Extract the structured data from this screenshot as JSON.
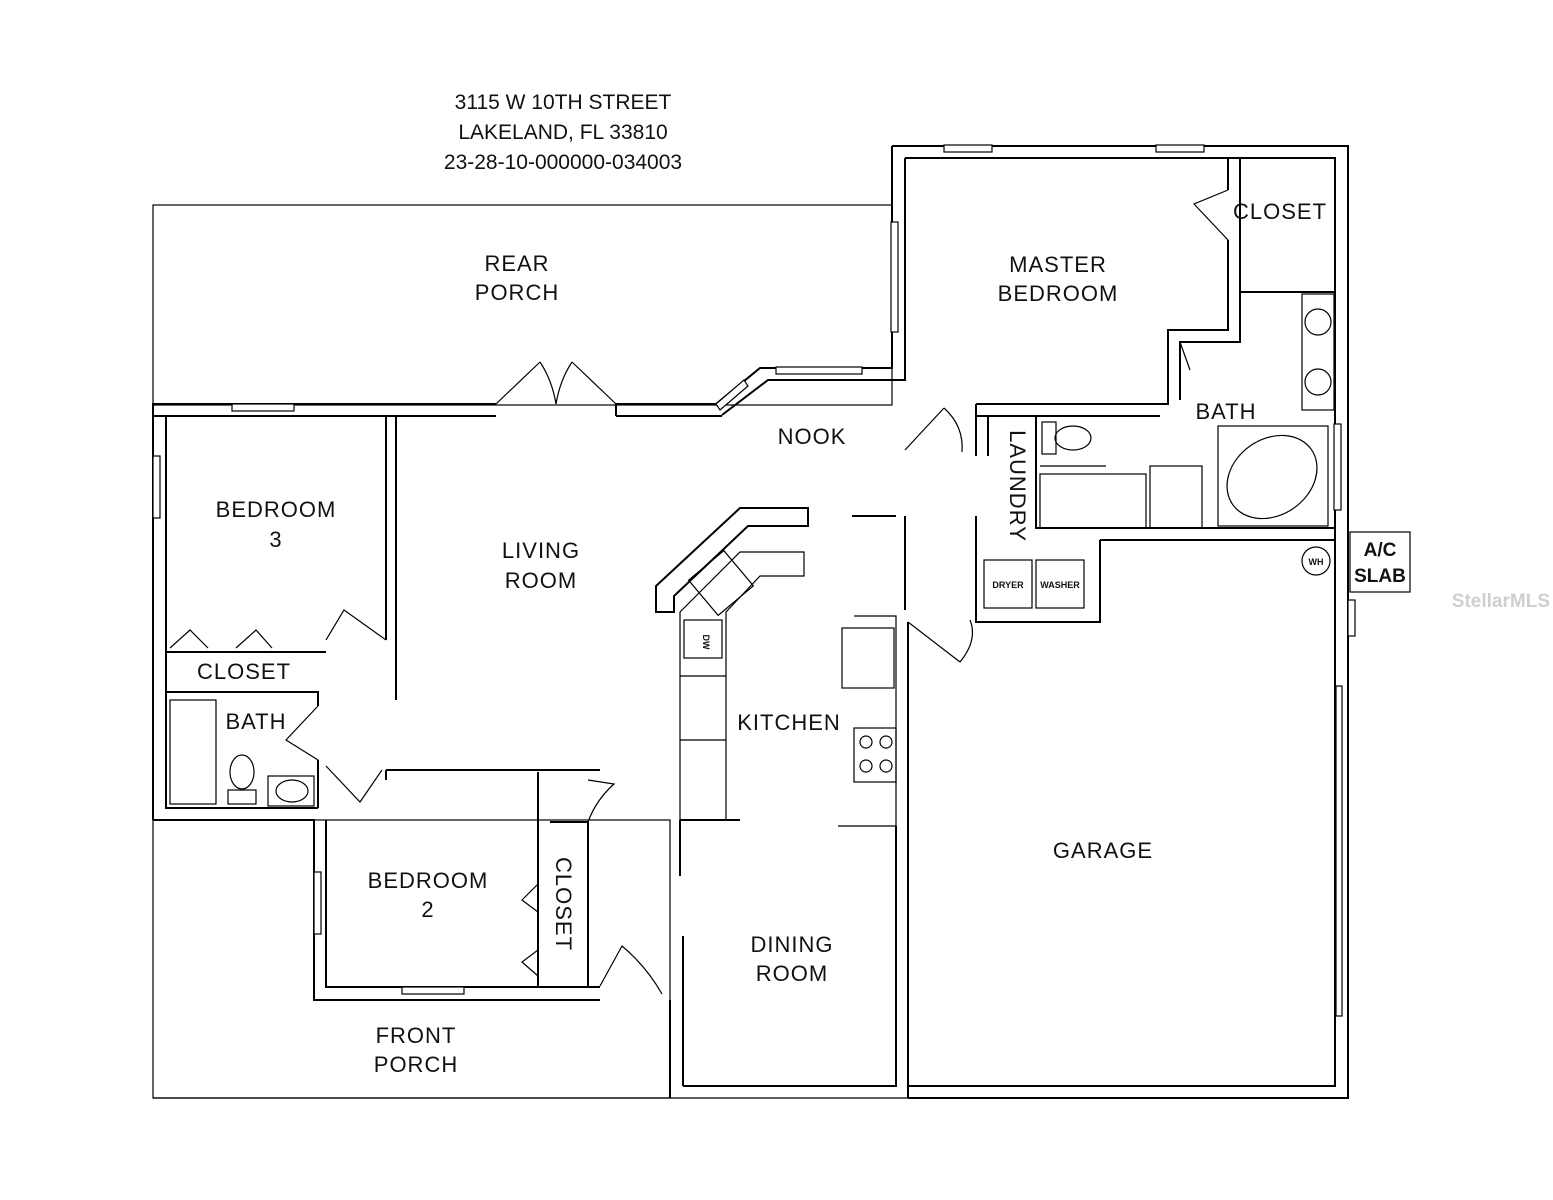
{
  "header": {
    "address_line1": "3115 W 10TH STREET",
    "address_line2": "LAKELAND, FL 33810",
    "parcel_id": "23-28-10-000000-034003"
  },
  "rooms": {
    "rear_porch": [
      "REAR",
      "PORCH"
    ],
    "master_bedroom": [
      "MASTER",
      "BEDROOM"
    ],
    "master_closet": "CLOSET",
    "master_bath": "BATH",
    "nook": "NOOK",
    "laundry": "LAUNDRY",
    "bedroom3": [
      "BEDROOM",
      "3"
    ],
    "living_room": [
      "LIVING",
      "ROOM"
    ],
    "closet_bed3": "CLOSET",
    "hall_bath": "BATH",
    "kitchen": "KITCHEN",
    "bedroom2": [
      "BEDROOM",
      "2"
    ],
    "closet_bed2": "CLOSET",
    "dining_room": [
      "DINING",
      "ROOM"
    ],
    "garage": "GARAGE",
    "front_porch": [
      "FRONT",
      "PORCH"
    ]
  },
  "fixtures": {
    "dryer": "DRYER",
    "washer": "WASHER",
    "water_heater": "WH",
    "dishwasher": "DW",
    "ac_slab": [
      "A/C",
      "SLAB"
    ]
  },
  "watermark": "StellarMLS"
}
